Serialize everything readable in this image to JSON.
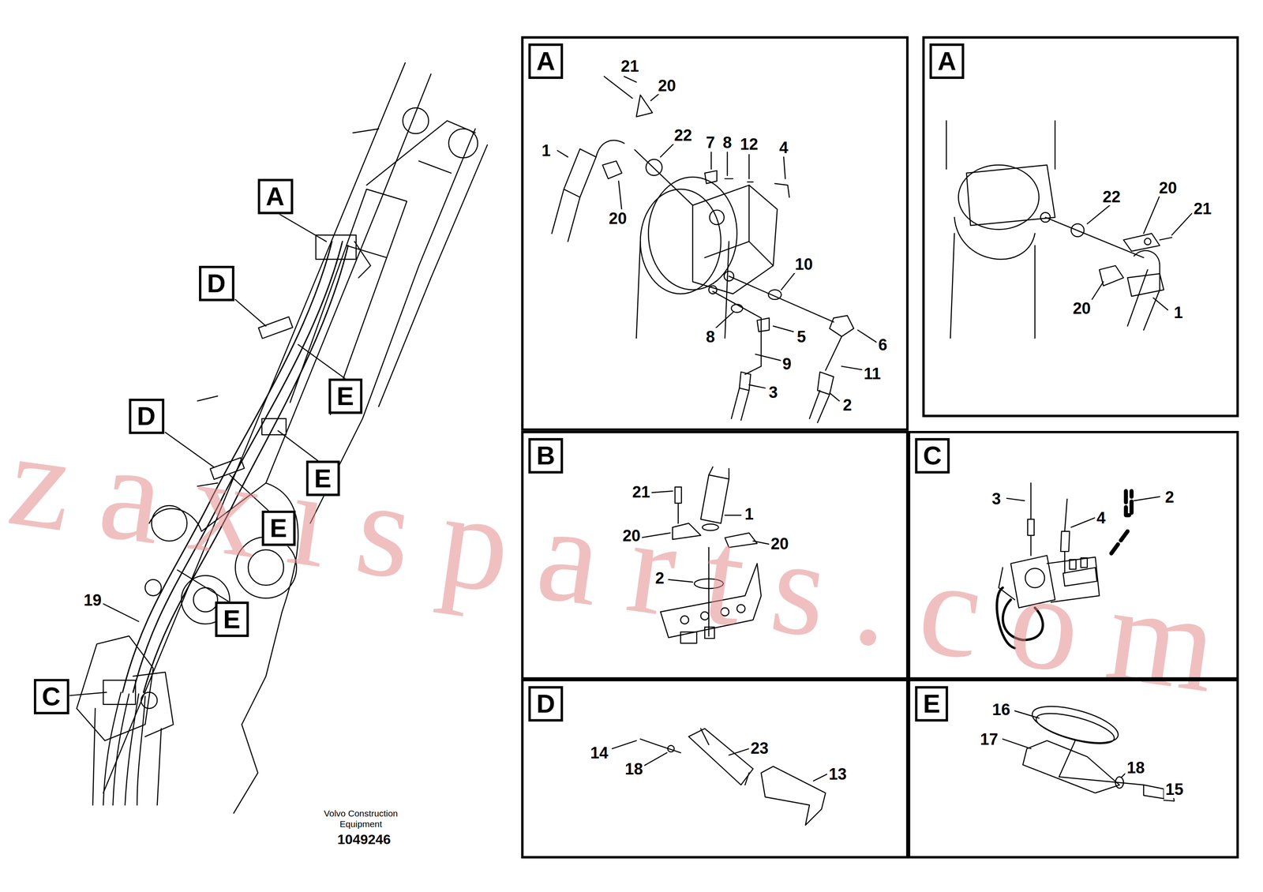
{
  "diagram": {
    "nodes": [
      {
        "text": [
          "A"
        ]
      },
      {
        "text": [
          "D"
        ]
      },
      {
        "text": [
          "E"
        ]
      },
      {
        "text": [
          "E"
        ]
      },
      {
        "text": [
          "D"
        ]
      },
      {
        "text": [
          "E"
        ]
      },
      {
        "text": [
          "E"
        ]
      },
      {
        "text": [
          "C"
        ]
      },
      {
        "text": [
          "A"
        ]
      },
      {
        "text": [
          "A"
        ]
      },
      {
        "text": [
          "B"
        ]
      },
      {
        "text": [
          "C"
        ]
      },
      {
        "text": [
          "D"
        ]
      },
      {
        "text": [
          "E"
        ]
      }
    ],
    "labels": [
      "19",
      "Volvo Construction Equipment",
      "1049246",
      "zaxisparts.com",
      "21",
      "20",
      "1",
      "22",
      "20",
      "7",
      "8",
      "12",
      "4",
      "10",
      "8",
      "5",
      "9",
      "3",
      "6",
      "11",
      "2",
      "22",
      "20",
      "21",
      "20",
      "1",
      "21",
      "1",
      "20",
      "20",
      "2",
      "3",
      "4",
      "2",
      "14",
      "23",
      "18",
      "13",
      "16",
      "17",
      "18",
      "15"
    ]
  }
}
